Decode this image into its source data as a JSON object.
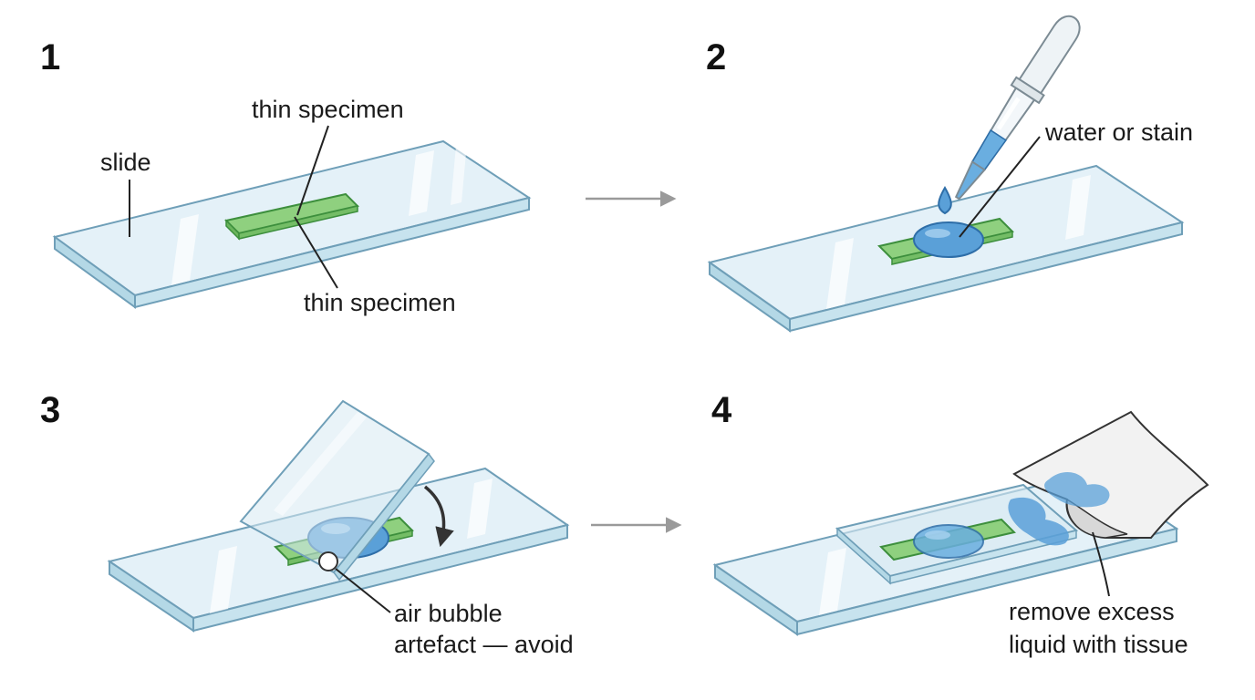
{
  "steps": [
    {
      "number": "1",
      "labels": {
        "slide": "slide",
        "specimen_top": "thin specimen",
        "specimen_bottom": "thin specimen"
      }
    },
    {
      "number": "2",
      "labels": {
        "liquid": "water or stain"
      }
    },
    {
      "number": "3",
      "labels": {
        "bubble_line1": "air bubble",
        "bubble_line2": "artefact — avoid"
      }
    },
    {
      "number": "4",
      "labels": {
        "tissue_line1": "remove excess",
        "tissue_line2": "liquid with tissue"
      }
    }
  ],
  "colors": {
    "glass_top": "#e4f1f8",
    "glass_edge": "#b4d8e6",
    "glass_outline": "#6f9fb8",
    "specimen": "#8fd07f",
    "specimen_outline": "#3d8f3d",
    "liquid": "#5aa0d8",
    "liquid_outline": "#2e6ea8",
    "arrow": "#9a9a9a"
  }
}
